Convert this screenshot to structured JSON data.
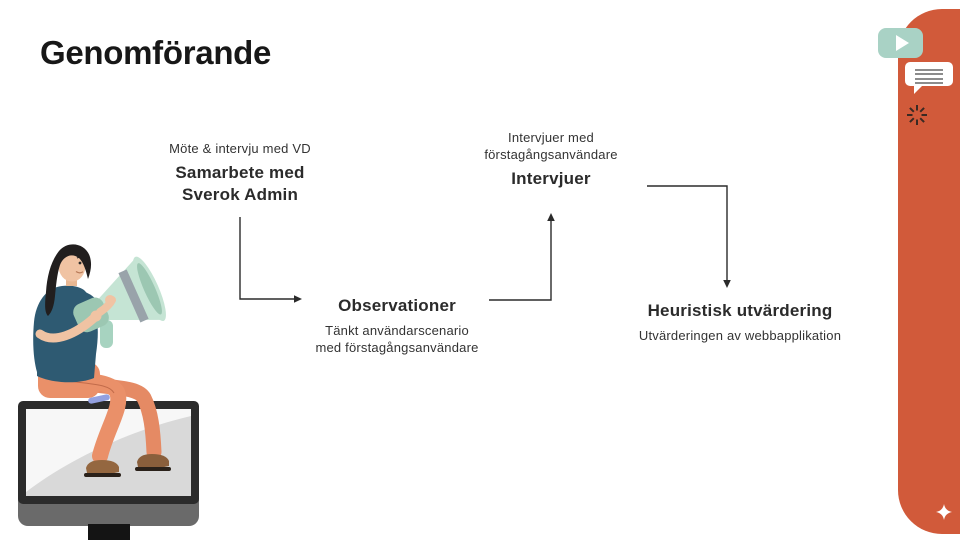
{
  "slide": {
    "title": "Genomförande",
    "background": "#ffffff",
    "text_color": "#2d2d2d"
  },
  "flow": {
    "arrow_color": "#2b2b2b",
    "steps": [
      {
        "name": "samarbete",
        "caption": "Möte & intervju med VD",
        "label": "Samarbete med\nSverok Admin"
      },
      {
        "name": "observationer",
        "label": "Observationer",
        "caption": "Tänkt användarscenario\nmed förstagångsanvändare"
      },
      {
        "name": "intervjuer",
        "caption": "Intervjuer med\nförstagångsanvändare",
        "label": "Intervjuer"
      },
      {
        "name": "heuristisk",
        "label": "Heuristisk utvärdering",
        "caption": "Utvärderingen av webbapplikation"
      }
    ],
    "arrows": [
      {
        "from": "samarbete",
        "to": "observationer"
      },
      {
        "from": "observationer",
        "to": "intervjuer"
      },
      {
        "from": "intervjuer",
        "to": "heuristisk"
      }
    ]
  },
  "sidebar": {
    "color": "#d15a3a",
    "icons": [
      {
        "name": "play-icon",
        "color": "#a9d2c5"
      },
      {
        "name": "chat-bubble-icon",
        "color": "#ffffff"
      },
      {
        "name": "burst-icon",
        "color": "#3a2a23"
      },
      {
        "name": "sparkle-icon",
        "color": "#ffffff"
      }
    ]
  },
  "illustration": {
    "name": "person-with-megaphone-on-monitor",
    "colors": {
      "shirt": "#2e5a72",
      "pants": "#ea9069",
      "skin": "#f0c3a3",
      "megaphone_light": "#c5e4d4",
      "megaphone_dark": "#9cc7b2",
      "monitor_frame": "#2b2b2b",
      "shoes": "#946740"
    }
  }
}
